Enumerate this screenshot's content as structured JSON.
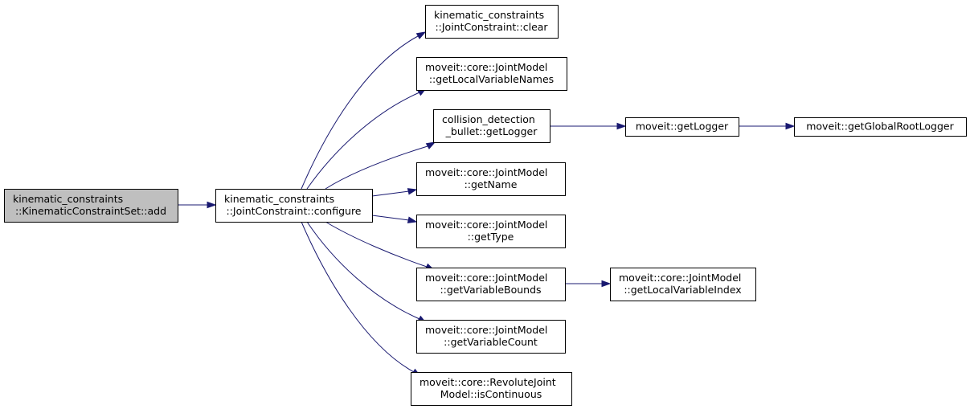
{
  "graph": {
    "nodes": [
      {
        "id": "add",
        "lines": [
          "kinematic_constraints",
          "::KinematicConstraintSet::add"
        ],
        "highlighted": true
      },
      {
        "id": "configure",
        "lines": [
          "kinematic_constraints",
          "::JointConstraint::configure"
        ]
      },
      {
        "id": "clear",
        "lines": [
          "kinematic_constraints",
          "::JointConstraint::clear"
        ]
      },
      {
        "id": "getLocalVariableNames",
        "lines": [
          "moveit::core::JointModel",
          "::getLocalVariableNames"
        ]
      },
      {
        "id": "getLogger_bullet",
        "lines": [
          "collision_detection",
          "_bullet::getLogger"
        ]
      },
      {
        "id": "getLogger",
        "lines": [
          "moveit::getLogger"
        ]
      },
      {
        "id": "getGlobalRootLogger",
        "lines": [
          "moveit::getGlobalRootLogger"
        ]
      },
      {
        "id": "getName",
        "lines": [
          "moveit::core::JointModel",
          "::getName"
        ]
      },
      {
        "id": "getType",
        "lines": [
          "moveit::core::JointModel",
          "::getType"
        ]
      },
      {
        "id": "getVariableBounds",
        "lines": [
          "moveit::core::JointModel",
          "::getVariableBounds"
        ]
      },
      {
        "id": "getLocalVariableIndex",
        "lines": [
          "moveit::core::JointModel",
          "::getLocalVariableIndex"
        ]
      },
      {
        "id": "getVariableCount",
        "lines": [
          "moveit::core::JointModel",
          "::getVariableCount"
        ]
      },
      {
        "id": "isContinuous",
        "lines": [
          "moveit::core::RevoluteJoint",
          "Model::isContinuous"
        ]
      }
    ],
    "edges": [
      {
        "from": "add",
        "to": "configure"
      },
      {
        "from": "configure",
        "to": "clear"
      },
      {
        "from": "configure",
        "to": "getLocalVariableNames"
      },
      {
        "from": "configure",
        "to": "getLogger_bullet"
      },
      {
        "from": "configure",
        "to": "getName"
      },
      {
        "from": "configure",
        "to": "getType"
      },
      {
        "from": "configure",
        "to": "getVariableBounds"
      },
      {
        "from": "configure",
        "to": "getVariableCount"
      },
      {
        "from": "configure",
        "to": "isContinuous"
      },
      {
        "from": "getLogger_bullet",
        "to": "getLogger"
      },
      {
        "from": "getLogger",
        "to": "getGlobalRootLogger"
      },
      {
        "from": "getVariableBounds",
        "to": "getLocalVariableIndex"
      }
    ],
    "colors": {
      "edge": "#191970",
      "node_fill": "#ffffff",
      "highlight_fill": "#bfbfbf",
      "border": "#000000"
    }
  }
}
